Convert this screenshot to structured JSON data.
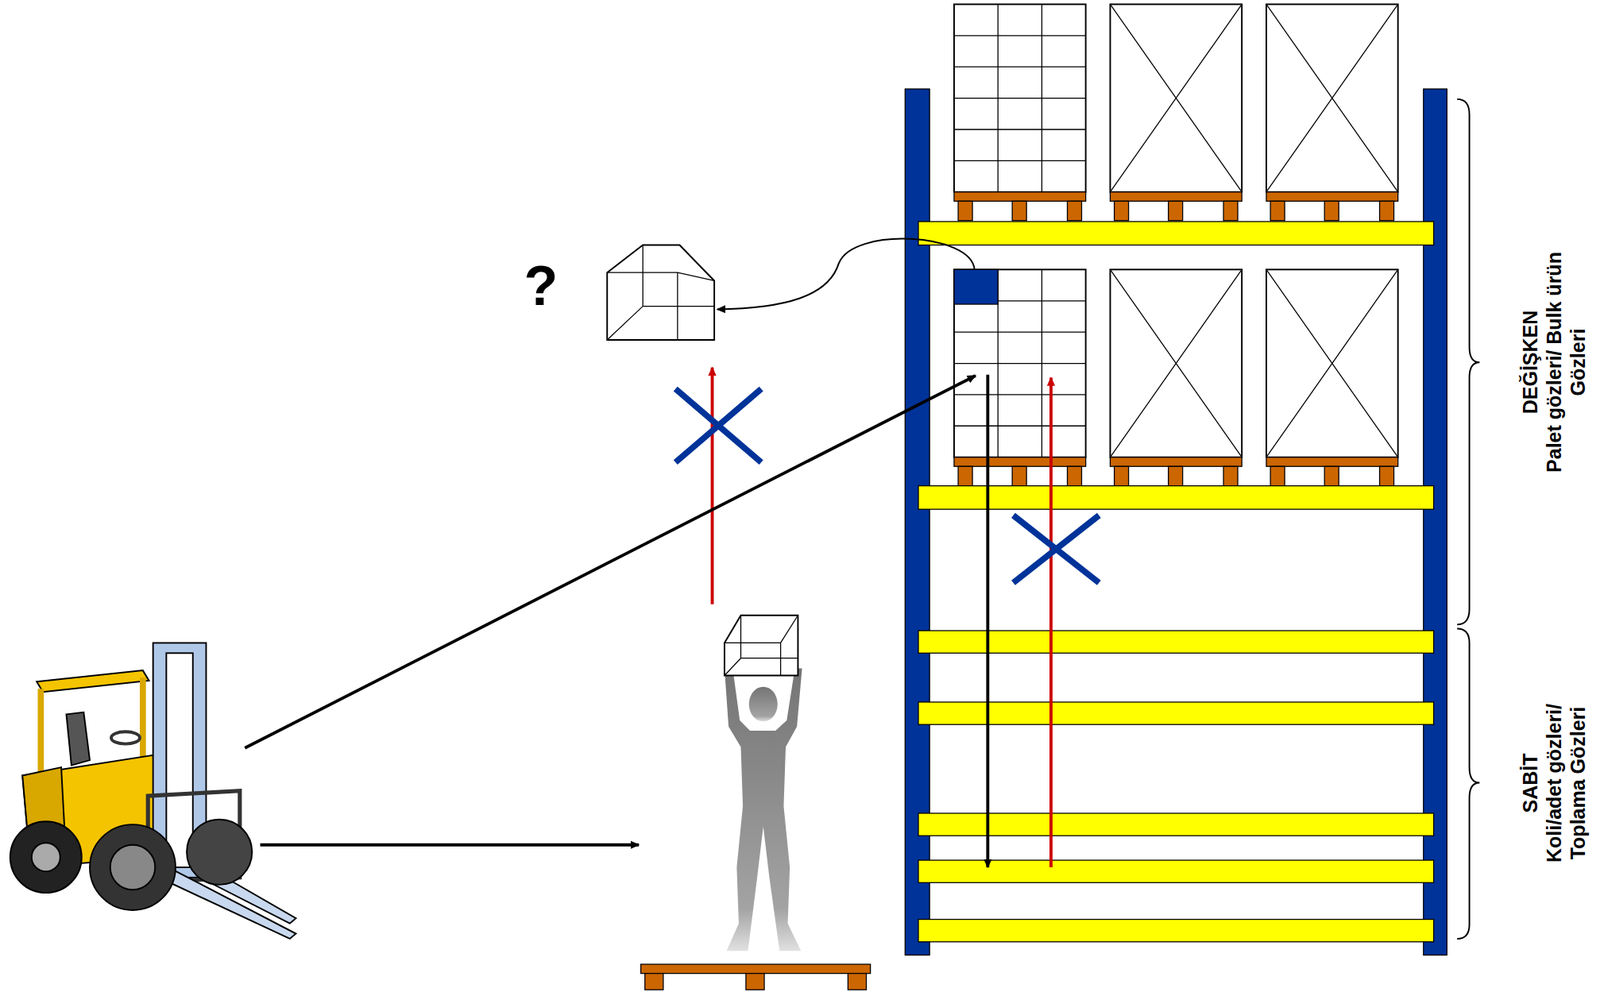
{
  "diagram": {
    "labels": [
      "?",
      "DEĞİŞKEN",
      "Palet gözleri/ Bulk ürün Gözleri",
      "SABİT",
      "Koli/adet gözleri/ Toplama Gözleri"
    ]
  }
}
